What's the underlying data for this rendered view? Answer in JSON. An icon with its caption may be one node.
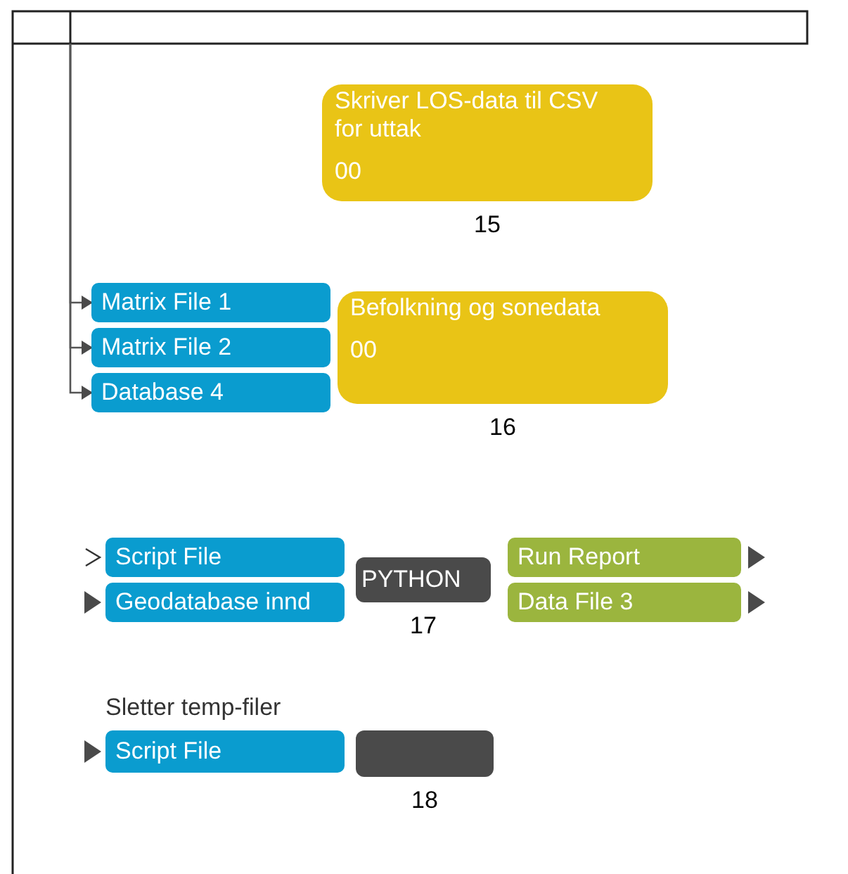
{
  "diagram": {
    "nodes": [
      {
        "text": [
          "Skriver LOS-data til CSV for uttak",
          "00"
        ],
        "beside": [
          "15"
        ]
      },
      {
        "text": [
          "Befolkning og sonedata",
          "00"
        ],
        "beside": [
          "16"
        ]
      },
      {
        "text": [
          "Matrix File 1"
        ]
      },
      {
        "text": [
          "Matrix File 2"
        ]
      },
      {
        "text": [
          "Database 4"
        ]
      },
      {
        "text": [
          "Script File"
        ]
      },
      {
        "text": [
          "Geodatabase innd"
        ]
      },
      {
        "text": [
          "PYTHON"
        ],
        "beside": [
          "17"
        ]
      },
      {
        "text": [
          "Run Report"
        ]
      },
      {
        "text": [
          "Data File 3"
        ]
      },
      {
        "text": [
          "Script File"
        ]
      },
      {
        "text": [],
        "shape": "box",
        "beside": [
          "18"
        ]
      }
    ],
    "edges": [
      {
        "from": null,
        "to": 2,
        "arrow": "to"
      },
      {
        "from": null,
        "to": 3,
        "arrow": "to"
      },
      {
        "from": null,
        "to": 4,
        "arrow": "to"
      }
    ],
    "labels": [
      "Sletter temp-filer"
    ]
  }
}
